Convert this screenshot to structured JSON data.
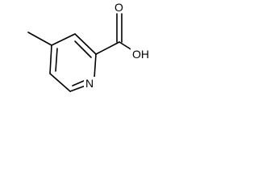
{
  "molecule": {
    "labels": {
      "oxygen_double": "O",
      "hydroxyl": "OH",
      "nitrogen": "N"
    },
    "colors": {
      "bond": "#000000",
      "text": "#000000",
      "background": "#ffffff"
    }
  }
}
